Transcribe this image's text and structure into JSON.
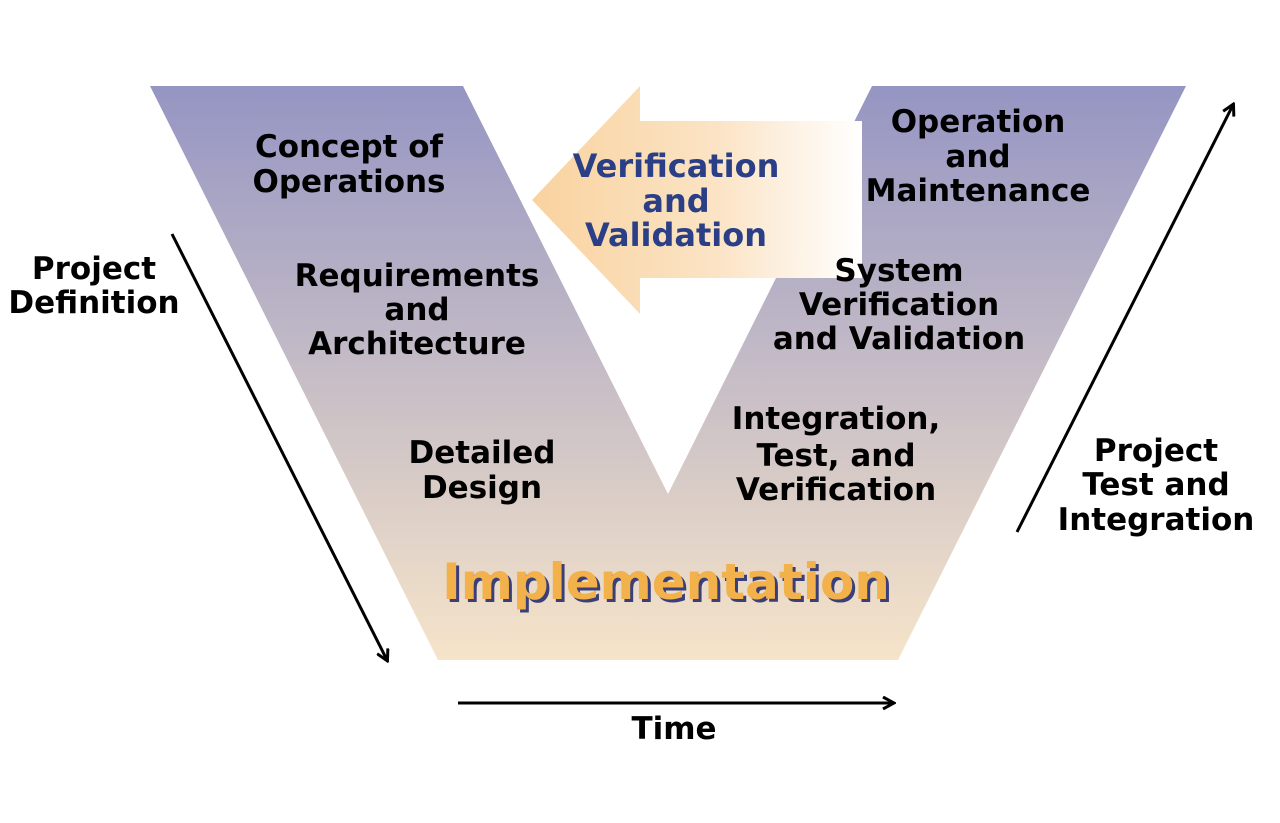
{
  "colors": {
    "band_top": "#9595c3",
    "band_bottom": "#f6e4c9",
    "arrow_fill": "#f9d3a0",
    "vv_text": "#2b3f86",
    "implementation_text": "#f2b14a",
    "implementation_shadow": "#3b3f78",
    "label_text": "#000000"
  },
  "left_phases": {
    "concept": [
      "Concept of",
      "Operations"
    ],
    "requirements": [
      "Requirements",
      "and",
      "Architecture"
    ],
    "detailed": [
      "Detailed",
      "Design"
    ]
  },
  "right_phases": {
    "operation": [
      "Operation",
      "and",
      "Maintenance"
    ],
    "system": [
      "System",
      "Verification",
      "and Validation"
    ],
    "integration": [
      "Integration,",
      "Test, and",
      "Verification"
    ]
  },
  "bottom": {
    "implementation": "Implementation"
  },
  "center_arrow": {
    "lines": [
      "Verification",
      "and",
      "Validation"
    ]
  },
  "side_labels": {
    "project_definition": [
      "Project",
      "Definition"
    ],
    "project_test": [
      "Project",
      "Test and",
      "Integration"
    ],
    "time": "Time"
  }
}
